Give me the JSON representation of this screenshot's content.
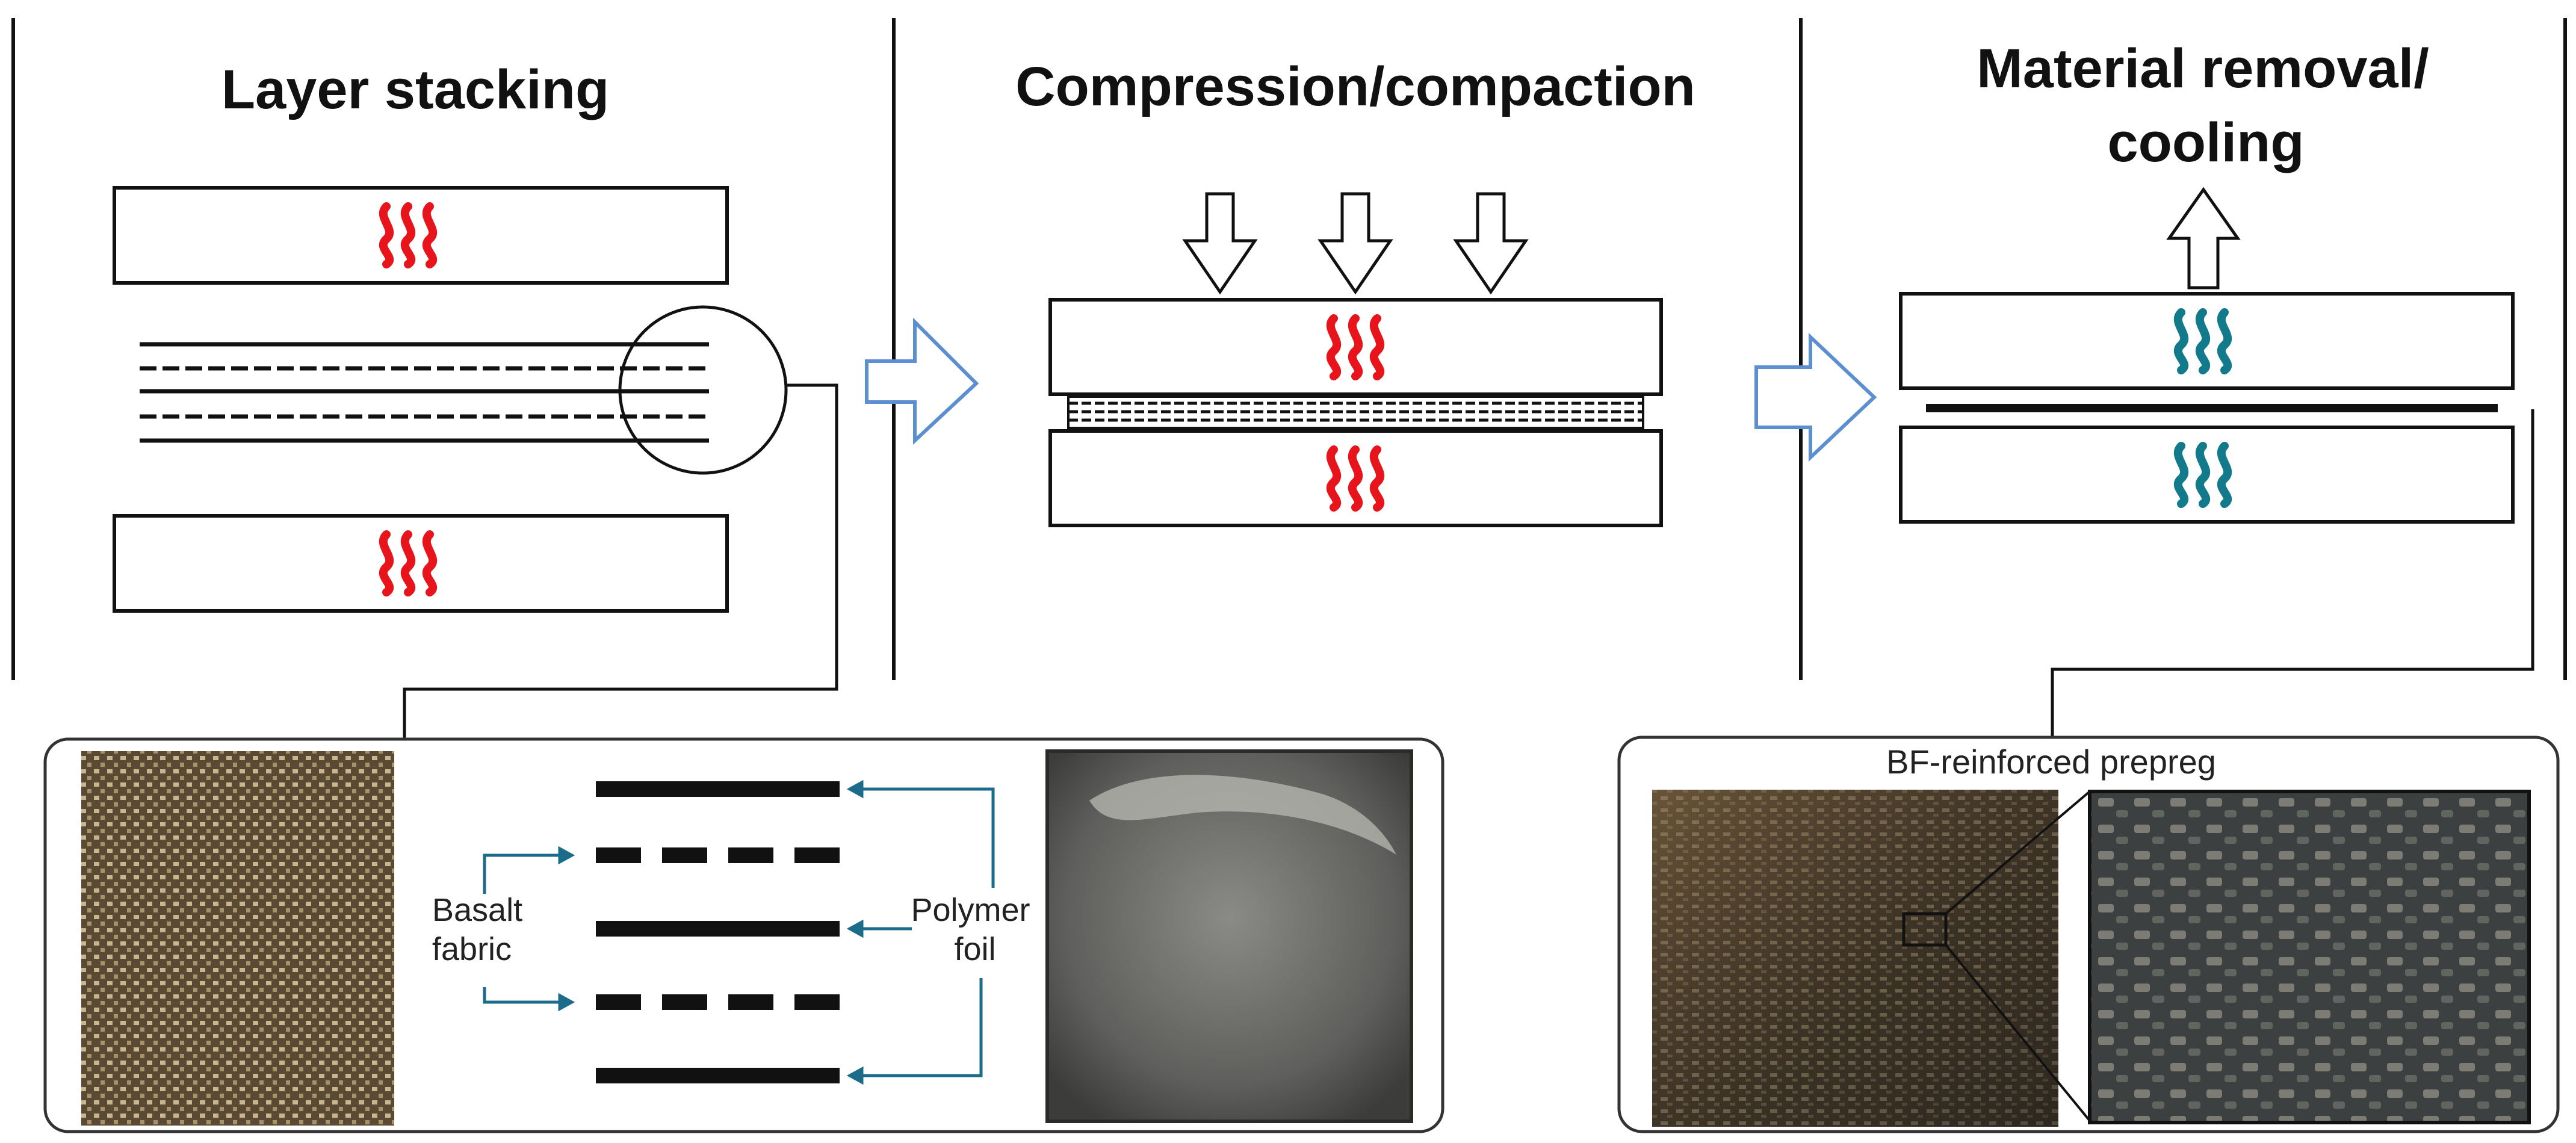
{
  "stages": [
    {
      "title_lines": [
        "Layer stacking"
      ]
    },
    {
      "title_lines": [
        "Compression/compaction"
      ]
    },
    {
      "title_lines": [
        "Material removal/",
        "cooling"
      ]
    }
  ],
  "layup": {
    "left_label_lines": [
      "Basalt",
      "fabric"
    ],
    "right_label_lines": [
      "Polymer",
      "foil"
    ]
  },
  "prepreg": {
    "caption": "BF-reinforced prepreg"
  },
  "colors": {
    "heat": "#e8141c",
    "cool": "#137a8c",
    "process_arrow": "#5b8fcf",
    "leader": "#1b6b8a",
    "outline": "#111111"
  },
  "icons": {
    "heat": "heat-waves-icon",
    "cool": "cooling-waves-icon",
    "press": "down-arrow-icon",
    "lift": "up-arrow-icon",
    "process": "process-arrow-icon"
  }
}
